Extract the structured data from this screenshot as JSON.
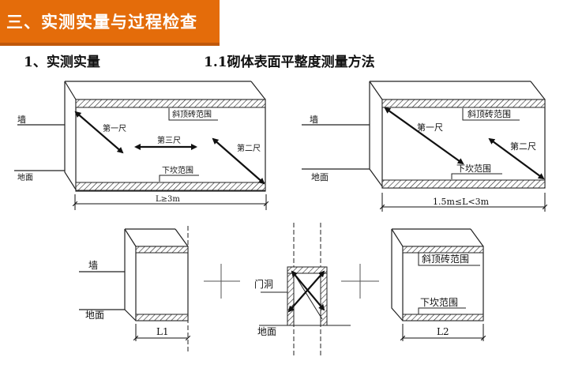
{
  "header": {
    "section_title": "三、实测实量与过程检查",
    "subtitle_left": "1、实测实量",
    "subtitle_right": "1.1砌体表面平整度测量方法"
  },
  "diagram_top_left": {
    "wall_label": "墙",
    "floor_label": "地面",
    "top_band_label": "斜顶砖范围",
    "bottom_band_label": "下坎范围",
    "ruler_1": "第一尺",
    "ruler_2": "第二尺",
    "ruler_3": "第三尺",
    "dimension": "L≥3m"
  },
  "diagram_top_right": {
    "wall_label": "墙",
    "floor_label": "地面",
    "top_band_label": "斜顶砖范围",
    "bottom_band_label": "下坎范围",
    "ruler_1": "第一尺",
    "ruler_2": "第二尺",
    "dimension": "1.5m≤L<3m"
  },
  "diagram_bottom_left": {
    "wall_label": "墙",
    "floor_label": "地面",
    "dimension": "L1"
  },
  "diagram_bottom_middle": {
    "door_label": "门洞",
    "floor_label": "地面"
  },
  "diagram_bottom_right": {
    "top_band_label": "斜顶砖范围",
    "bottom_band_label": "下坎范围",
    "dimension": "L2"
  },
  "colors": {
    "title_background": "#e46c0a",
    "title_text": "#ffffff"
  }
}
